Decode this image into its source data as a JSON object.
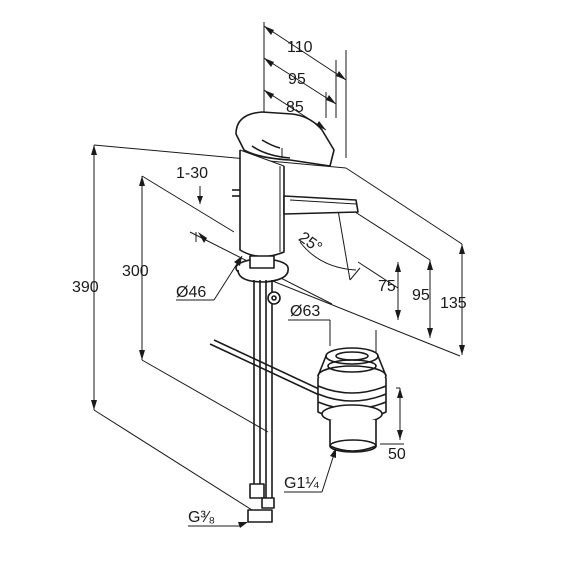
{
  "dimensions": {
    "width_110": "110",
    "width_95": "95",
    "width_85": "85",
    "range_1_30": "1-30",
    "angle_25": "25°",
    "height_75": "75",
    "height_95": "95",
    "height_135": "135",
    "height_390": "390",
    "height_300": "300",
    "diam_46": "Ø46",
    "diam_63": "Ø63",
    "height_50": "50",
    "thread_g1_1_4": "G1¼",
    "thread_g3_8": "G³⁄₈"
  }
}
